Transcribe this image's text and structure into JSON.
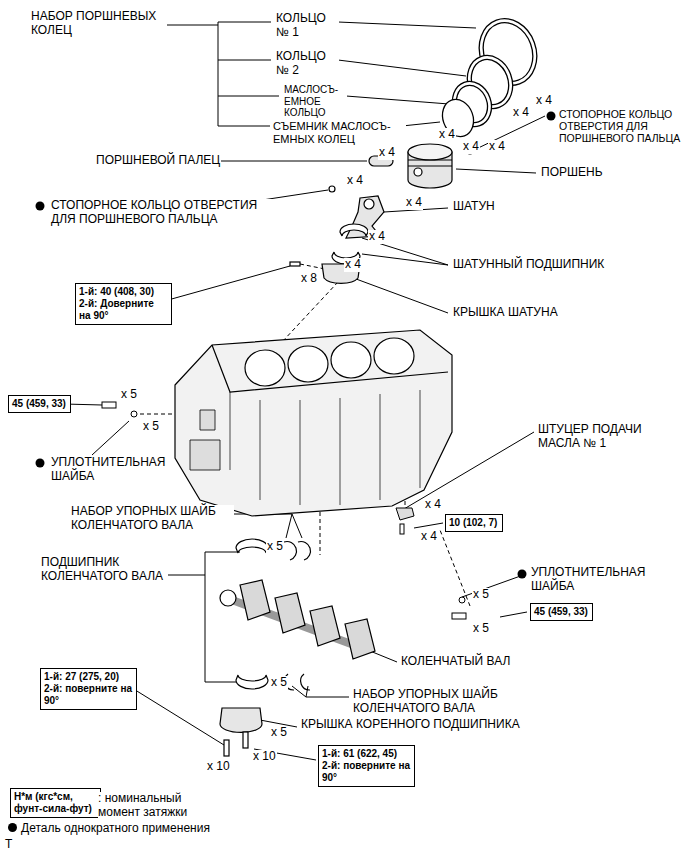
{
  "diagram": {
    "nodes": [
      {
        "text": [
          "1-й: 40 (408, 30)",
          "2-й: Доверните на 90°"
        ]
      },
      {
        "text": [
          "45 (459, 33)"
        ]
      },
      {
        "text": [
          "10 (102, 7)"
        ]
      },
      {
        "text": [
          "45 (459, 33)"
        ]
      },
      {
        "text": [
          "1-й: 27 (275, 20)",
          "2-й: поверните на 90°"
        ]
      },
      {
        "text": [
          "1-й: 61 (622, 45)",
          "2-й: поверните на 90°"
        ]
      },
      {
        "text": [
          "Н*м (кгс*см, фунт-сила-фут)"
        ]
      }
    ],
    "labels": [
      "НАБОР ПОРШНЕВЫХ КОЛЕЦ",
      "КОЛЬЦО № 1",
      "КОЛЬЦО № 2",
      "МАСЛОСЪ- ЕМНОЕ КОЛЬЦО",
      "СЪЕМНИК МАСЛОСЪ- ЕМНЫХ КОЛЕЦ",
      "x 4",
      "x 4",
      "x 4",
      "x 4",
      "СТОПОРНОЕ КОЛЬЦО ОТВЕРСТИЯ ДЛЯ ПОРШНЕВОГО ПАЛЬЦА",
      "x 4",
      "ПОРШНЕВОЙ ПАЛЕЦ",
      "x 4",
      "ПОРШЕНЬ",
      "СТОПОРНОЕ КОЛЬЦО ОТВЕРСТИЯ ДЛЯ ПОРШНЕВОГО ПАЛЬЦА",
      "x 4",
      "x 4",
      "ШАТУН",
      "x 4",
      "x 4",
      "ШАТУННЫЙ ПОДШИПНИК",
      "x 8",
      "КРЫШКА ШАТУНА",
      "x 5",
      "x 5",
      "УПЛОТНИТЕЛЬНАЯ ШАЙБА",
      "ШТУЦЕР ПОДАЧИ МАСЛА № 1",
      "x 4",
      "x 4",
      "НАБОР УПОРНЫХ ШАЙБ КОЛЕНЧАТОГО ВАЛА",
      "x 5",
      "ПОДШИПНИК КОЛЕНЧАТОГО ВАЛА",
      "УПЛОТНИТЕЛЬНАЯ ШАЙБА",
      "x 5",
      "x 5",
      "КОЛЕНЧАТЫЙ ВАЛ",
      "x 5",
      "НАБОР УПОРНЫХ ШАЙБ КОЛЕНЧАТОГО ВАЛА",
      "КРЫШКА КОРЕННОГО ПОДШИПНИКА",
      "x 5",
      "x 10",
      "x 10",
      "T"
    ],
    "legend": [
      {
        "text": ": номинальный момент затяжки"
      },
      {
        "text": "Деталь однократного применения"
      }
    ]
  }
}
